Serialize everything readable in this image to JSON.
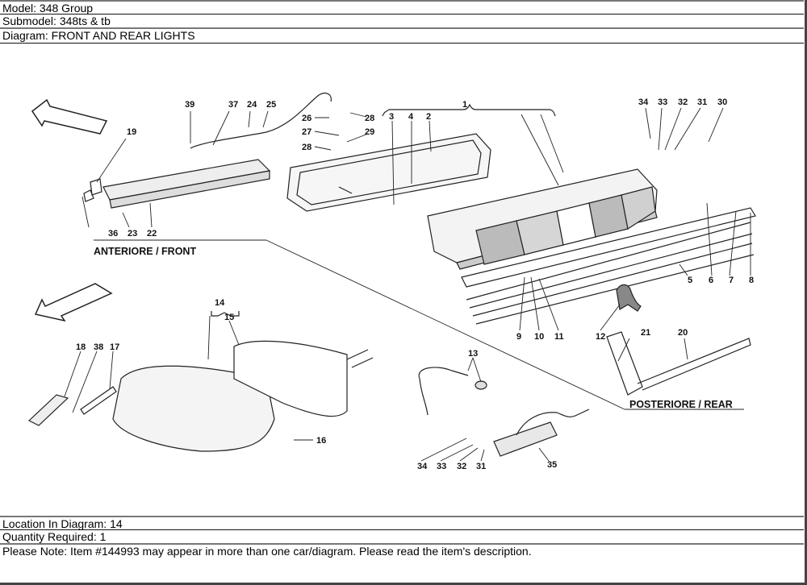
{
  "header": {
    "model": "Model: 348 Group",
    "submodel": "Submodel: 348ts & tb",
    "diagram": "Diagram: FRONT AND REAR LIGHTS"
  },
  "diagram": {
    "sections": {
      "front": "ANTERIORE / FRONT",
      "rear": "POSTERIORE / REAR"
    },
    "callouts": {
      "c1": "1",
      "c2": "2",
      "c3": "3",
      "c4": "4",
      "c5": "5",
      "c6": "6",
      "c7": "7",
      "c8": "8",
      "c9": "9",
      "c10": "10",
      "c11": "11",
      "c12": "12",
      "c13": "13",
      "c14": "14",
      "c15": "15",
      "c16": "16",
      "c17": "17",
      "c18": "18",
      "c19": "19",
      "c20": "20",
      "c21": "21",
      "c22": "22",
      "c23": "23",
      "c24": "24",
      "c25": "25",
      "c26": "26",
      "c27": "27",
      "c28a": "28",
      "c28b": "28",
      "c29": "29",
      "c30": "30",
      "c31a": "31",
      "c32a": "32",
      "c33a": "33",
      "c34a": "34",
      "c31b": "31",
      "c32b": "32",
      "c33b": "33",
      "c34b": "34",
      "c35": "35",
      "c36": "36",
      "c37": "37",
      "c38": "38",
      "c39": "39"
    }
  },
  "footer": {
    "location": "Location In Diagram: 14",
    "quantity": "Quantity Required: 1",
    "note": "Please Note: Item #144993 may appear in more than one car/diagram. Please read the item's description."
  }
}
